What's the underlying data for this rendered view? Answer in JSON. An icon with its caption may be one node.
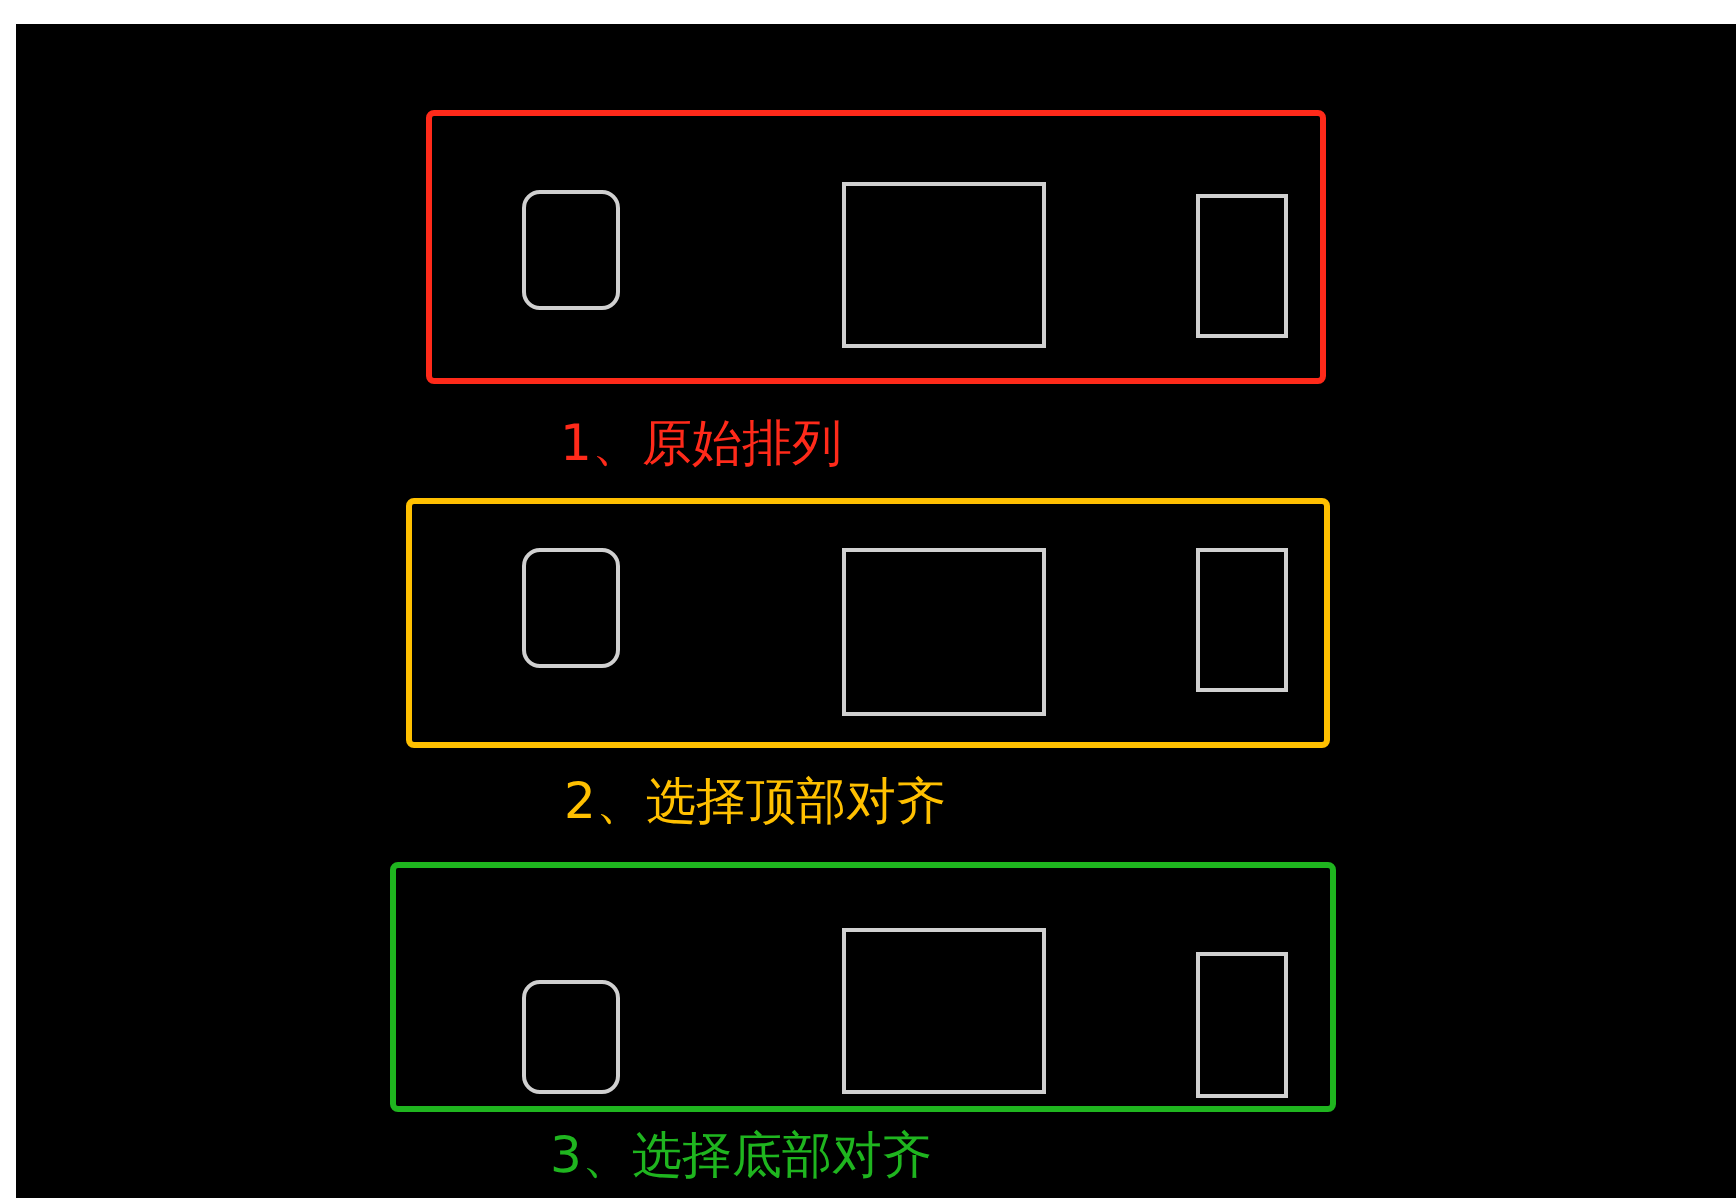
{
  "diagram": {
    "nodes": [
      {
        "text": [
          "1、原始排列"
        ]
      },
      {
        "text": [],
        "shape": "box",
        "in": 0
      },
      {
        "text": [],
        "shape": "box",
        "in": 0
      },
      {
        "text": [],
        "shape": "box",
        "in": 0
      },
      {
        "text": [
          "2、选择顶部对齐"
        ]
      },
      {
        "text": [],
        "shape": "box",
        "in": 4
      },
      {
        "text": [],
        "shape": "box",
        "in": 4
      },
      {
        "text": [],
        "shape": "box",
        "in": 4
      },
      {
        "text": [
          "3、选择底部对齐"
        ]
      },
      {
        "text": [],
        "shape": "box",
        "in": 8
      },
      {
        "text": [],
        "shape": "box",
        "in": 8
      },
      {
        "text": [],
        "shape": "box",
        "in": 8
      }
    ]
  }
}
